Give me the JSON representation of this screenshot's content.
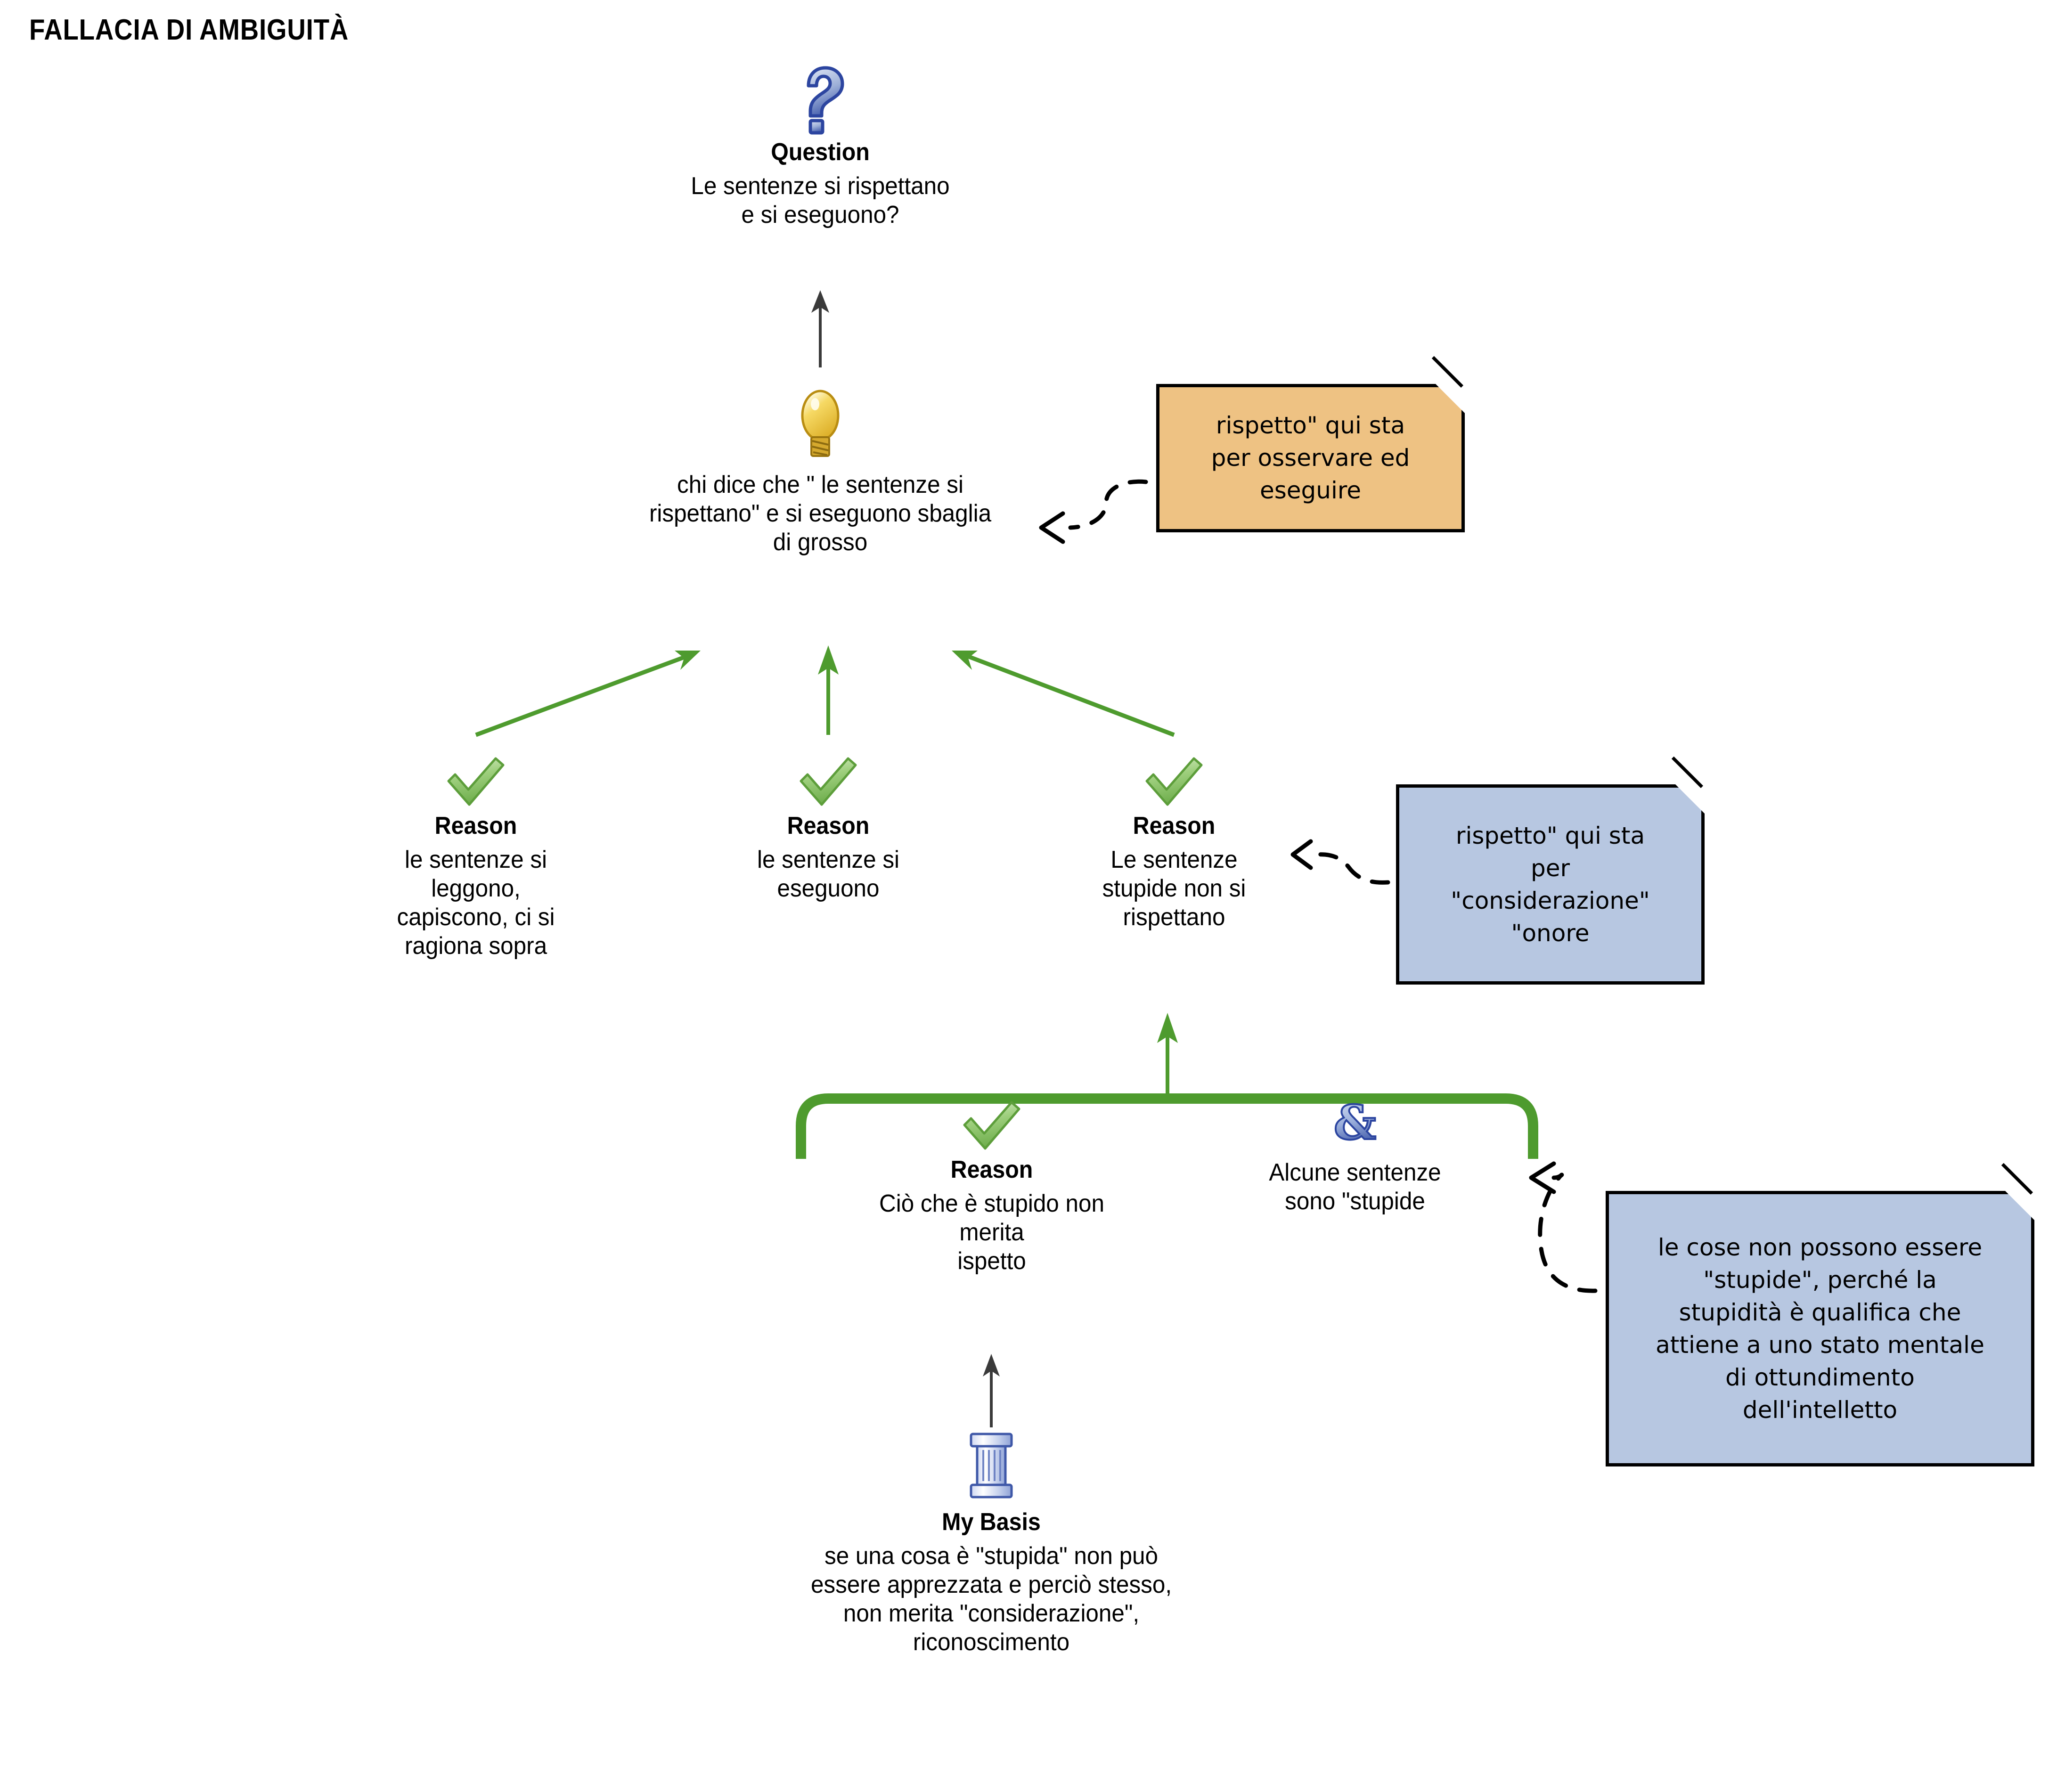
{
  "page": {
    "title": "FALLACIA DI AMBIGUITÀ",
    "background_color": "#ffffff",
    "arrow_green": "#4e9b2e",
    "note_orange": "#eec283",
    "note_blue": "#b7c7e1",
    "connector_black": "#000000"
  },
  "nodes": {
    "question": {
      "icon": "question-mark-icon",
      "kind": "Question",
      "text": "Le sentenze si rispettano\ne si eseguono?"
    },
    "claim": {
      "icon": "lightbulb-icon",
      "kind": "",
      "text": "chi dice che \" le sentenze si\nrispettano\" e si eseguono sbaglia\ndi grosso"
    },
    "reason1": {
      "icon": "green-check-icon",
      "kind": "Reason",
      "text": "le sentenze si\nleggono,\ncapiscono, ci si\nragiona sopra"
    },
    "reason2": {
      "icon": "green-check-icon",
      "kind": "Reason",
      "text": "le sentenze si\neseguono"
    },
    "reason3": {
      "icon": "green-check-icon",
      "kind": "Reason",
      "text": "Le sentenze\nstupide non si\nrispettano"
    },
    "reason4": {
      "icon": "green-check-icon",
      "kind": "Reason",
      "text": "Ciò che è stupido non\nmerita\nispetto"
    },
    "copremise": {
      "icon": "ampersand-icon",
      "kind": "",
      "text": "Alcune sentenze\nsono \"stupide"
    },
    "basis": {
      "icon": "column-icon",
      "kind": "My Basis",
      "text": "se una cosa è \"stupida\" non può\nessere apprezzata e perciò stesso,\nnon merita \"considerazione\",\nriconoscimento"
    }
  },
  "notes": {
    "note_orange": {
      "color": "#eec283",
      "text": "rispetto\" qui sta\nper osservare ed\neseguire"
    },
    "note_blue_small": {
      "color": "#b7c7e1",
      "text": "rispetto\" qui sta\nper\n\"considerazione\"\n\"onore"
    },
    "note_blue_large": {
      "color": "#b7c7e1",
      "text": "le cose non possono essere\n\"stupide\", perché la\nstupidità è qualifica che\nattiene a uno stato mentale\ndi ottundimento\ndell'intelletto"
    }
  }
}
